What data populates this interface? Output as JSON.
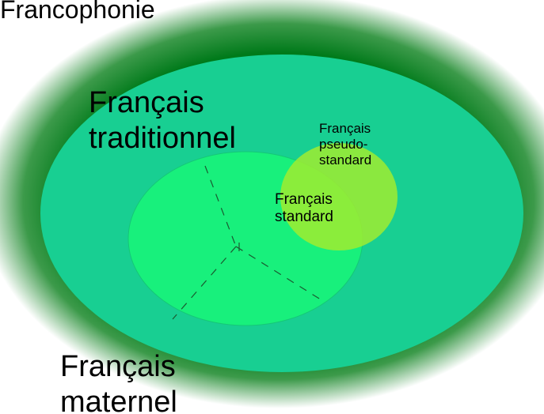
{
  "diagram": {
    "outer_label": "Francophonie",
    "traditionnel": {
      "line1": "Français",
      "line2": "traditionnel"
    },
    "pseudo_standard": {
      "line1": "Français",
      "line2": "pseudo-",
      "line3": "standard"
    },
    "standard": {
      "line1": "Français",
      "line2": "standard"
    },
    "maternel": {
      "line1": "Français",
      "line2": "maternel"
    }
  },
  "colors": {
    "francophonie_glow": "#007a1a",
    "traditionnel_fill": "#18cf92",
    "maternel_fill": "#18f07c",
    "pseudo_standard_fill": "#a0ec30",
    "background": "#ffffff"
  }
}
